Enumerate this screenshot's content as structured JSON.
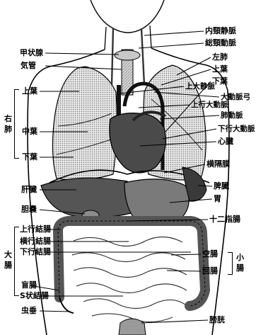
{
  "diagram": {
    "labels_left": {
      "thyroid": "甲状腺",
      "trachea": "気管",
      "right_upper_lobe": "上葉",
      "right_middle_lobe": "中葉",
      "right_lower_lobe": "下葉",
      "right_lung_group": "右\n肺",
      "liver": "肝臓",
      "gallbladder": "胆嚢",
      "ascending_colon": "上行結腸",
      "transverse_colon": "横行結腸",
      "descending_colon": "下行結腸",
      "large_intestine_group": "大\n腸",
      "cecum": "盲腸",
      "sigmoid_colon": "S状結腸",
      "appendix": "虫垂"
    },
    "labels_right": {
      "internal_jugular_vein": "内頸静脈",
      "common_carotid_artery": "総頸動脈",
      "left_lung": "左肺",
      "left_upper_lobe": "上葉",
      "left_lower_lobe": "下葉",
      "superior_vena_cava": "上大静脈",
      "aortic_arch": "大動脈弓",
      "ascending_aorta": "上行大動脈",
      "pulmonary_artery": "肺動脈",
      "descending_aorta": "下行大動脈",
      "heart": "心臓",
      "diaphragm": "横隔膜",
      "spleen": "脾臓",
      "stomach": "胃",
      "duodenum": "十二指腸",
      "jejunum": "空腸",
      "ileum": "回腸",
      "small_intestine_group": "小\n腸",
      "bladder": "膀胱"
    }
  }
}
